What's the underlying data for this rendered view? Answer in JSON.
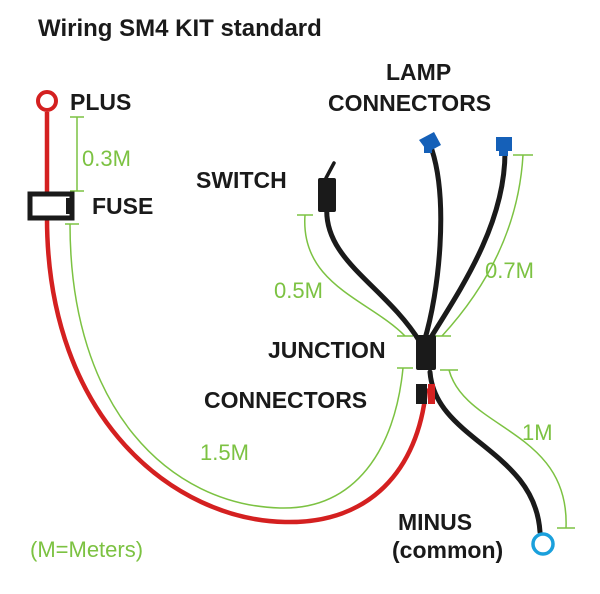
{
  "title": "Wiring SM4 KIT standard",
  "labels": {
    "plus": "PLUS",
    "fuse": "FUSE",
    "switch": "SWITCH",
    "lamp_line1": "LAMP",
    "lamp_line2": "CONNECTORS",
    "junction": "JUNCTION",
    "connectors": "CONNECTORS",
    "minus_line1": "MINUS",
    "minus_line2": "(common)"
  },
  "measurements": {
    "plus_to_fuse": "0.3M",
    "switch_to_junction": "0.5M",
    "lamp_to_junction": "0.7M",
    "fuse_to_junction": "1.5M",
    "junction_to_minus": "1M"
  },
  "legend": "(M=Meters)",
  "colors": {
    "positive_wire": "#d42020",
    "wire": "#1a1a1a",
    "measure": "#7cc242",
    "lamp_connector": "#1560b8",
    "plus_terminal": "#d42020",
    "minus_terminal": "#1aa0dc",
    "text": "#1a1a1a"
  }
}
